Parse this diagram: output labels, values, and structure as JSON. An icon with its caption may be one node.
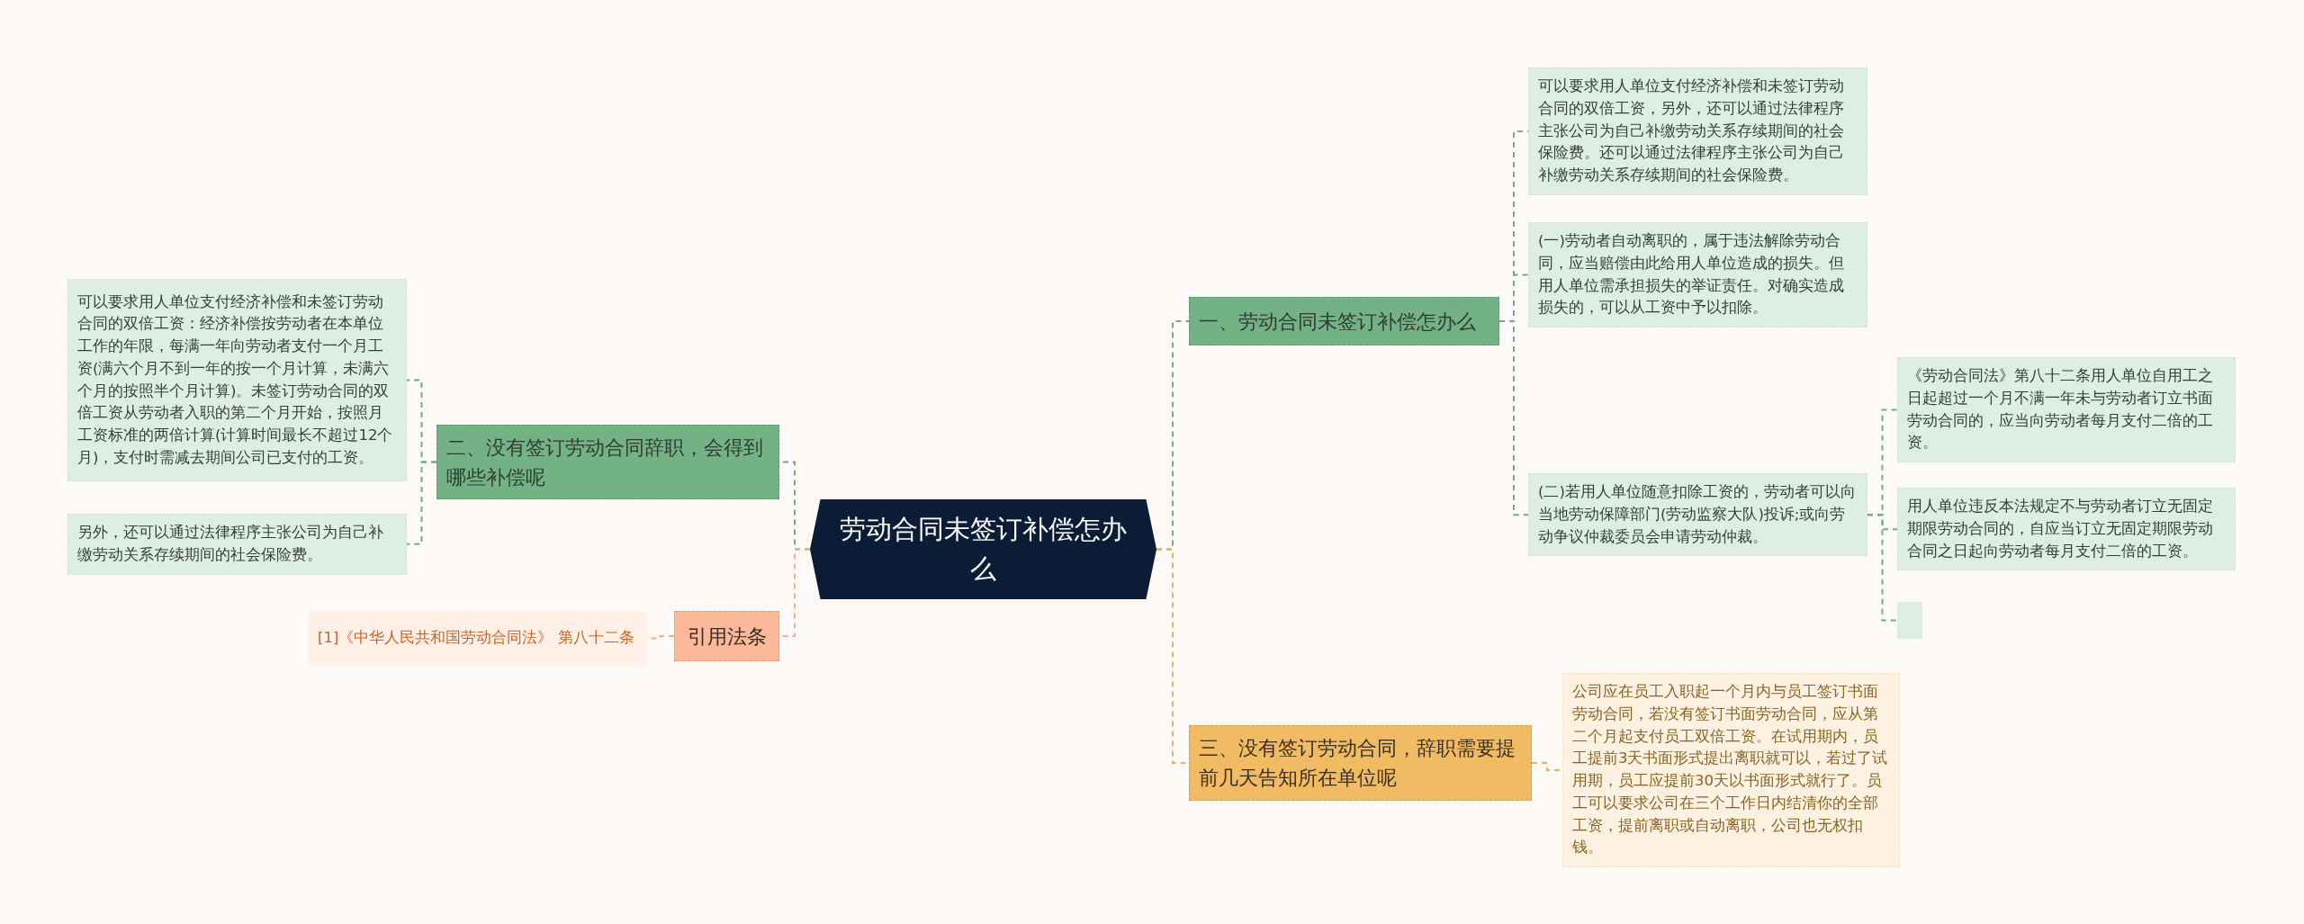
{
  "diagram": {
    "nodes": [
      {
        "text": [
          "劳动合同未签订补偿怎办么"
        ]
      },
      {
        "text": [
          "一、劳动合同未签订补偿怎办么"
        ]
      },
      {
        "text": [
          "可以要求用人单位支付经济补偿和未签订劳动合同的双倍工资，另外，还可以通过法律程序主张公司为自己补缴劳动关系存续期间的社会保险费。还可以通过法律程序主张公司为自己补缴劳动关系存续期间的社会保险费。"
        ]
      },
      {
        "text": [
          "(一)劳动者自动离职的，属于违法解除劳动合同，应当赔偿由此给用人单位造成的损失。但用人单位需承担损失的举证责任。对确实造成损失的，可以从工资中予以扣除。"
        ]
      },
      {
        "text": [
          "(二)若用人单位随意扣除工资的，劳动者可以向当地劳动保障部门(劳动监察大队)投诉;或向劳动争议仲裁委员会申请劳动仲裁。"
        ]
      },
      {
        "text": [
          "《劳动合同法》第八十二条用人单位自用工之日起超过一个月不满一年未与劳动者订立书面劳动合同的，应当向劳动者每月支付二倍的工资。"
        ]
      },
      {
        "text": [
          "用人单位违反本法规定不与劳动者订立无固定期限劳动合同的，自应当订立无固定期限劳动合同之日起向劳动者每月支付二倍的工资。"
        ]
      },
      {
        "text": [],
        "shape": "box"
      },
      {
        "text": [
          "三、没有签订劳动合同，辞职需要提前几天告知所在单位呢"
        ]
      },
      {
        "text": [
          "公司应在员工入职起一个月内与员工签订书面劳动合同，若没有签订书面劳动合同，应从第二个月起支付员工双倍工资。在试用期内，员工提前3天书面形式提出离职就可以，若过了试用期，员工应提前30天以书面形式就行了。员工可以要求公司在三个工作日内结清你的全部工资，提前离职或自动离职，公司也无权扣钱。"
        ]
      },
      {
        "text": [
          "二、没有签订劳动合同辞职，会得到哪些补偿呢"
        ]
      },
      {
        "text": [
          "可以要求用人单位支付经济补偿和未签订劳动合同的双倍工资：经济补偿按劳动者在本单位工作的年限，每满一年向劳动者支付一个月工资(满六个月不到一年的按一个月计算，未满六个月的按照半个月计算)。未签订劳动合同的双倍工资从劳动者入职的第二个月开始，按照月工资标准的两倍计算(计算时间最长不超过12个月)，支付时需减去期间公司已支付的工资。"
        ]
      },
      {
        "text": [
          "另外，还可以通过法律程序主张公司为自己补缴劳动关系存续期间的社会保险费。"
        ]
      },
      {
        "text": [
          "引用法条"
        ]
      },
      {
        "text": [
          "[1]《中华人民共和国劳动合同法》 第八十二条"
        ]
      }
    ],
    "edges": [
      {
        "from": 0,
        "to": 1,
        "arrow": "none"
      },
      {
        "from": 1,
        "to": 2,
        "arrow": "none"
      },
      {
        "from": 1,
        "to": 3,
        "arrow": "none"
      },
      {
        "from": 1,
        "to": 4,
        "arrow": "none"
      },
      {
        "from": 4,
        "to": 5,
        "arrow": "none"
      },
      {
        "from": 4,
        "to": 6,
        "arrow": "none"
      },
      {
        "from": 4,
        "to": 7,
        "arrow": "none"
      },
      {
        "from": 0,
        "to": 8,
        "arrow": "none",
        "color": "#e3b45c"
      },
      {
        "from": 8,
        "to": 9,
        "arrow": "none",
        "color": "#e3b45c"
      },
      {
        "from": 0,
        "to": 10,
        "arrow": "none"
      },
      {
        "from": 10,
        "to": 11,
        "arrow": "none"
      },
      {
        "from": 10,
        "to": 12,
        "arrow": "none"
      },
      {
        "from": 0,
        "to": 13,
        "arrow": "none",
        "color": "#f0b08e"
      },
      {
        "from": 13,
        "to": 14,
        "arrow": "none",
        "color": "#f0b08e"
      }
    ]
  }
}
